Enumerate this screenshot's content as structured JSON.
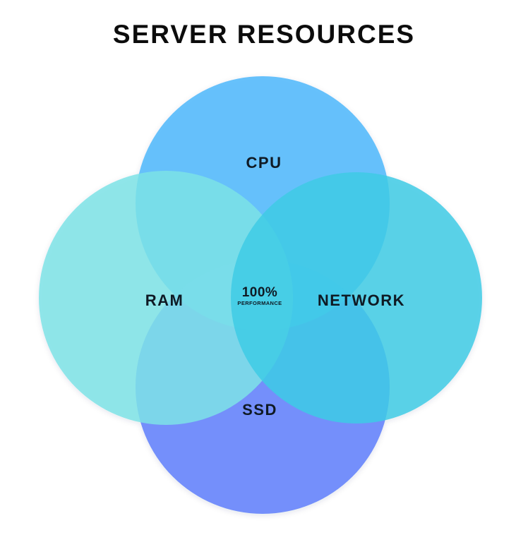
{
  "title": "SERVER RESOURCES",
  "circles": {
    "cpu": {
      "label": "CPU",
      "color": "#5BBCFC"
    },
    "ram": {
      "label": "RAM",
      "color": "#7EE3E6"
    },
    "network": {
      "label": "NETWORK",
      "color": "#3ECBE5"
    },
    "ssd": {
      "label": "SSD",
      "color": "#6F8CFB"
    }
  },
  "center": {
    "value": "100%",
    "caption": "PERFORMANCE"
  }
}
